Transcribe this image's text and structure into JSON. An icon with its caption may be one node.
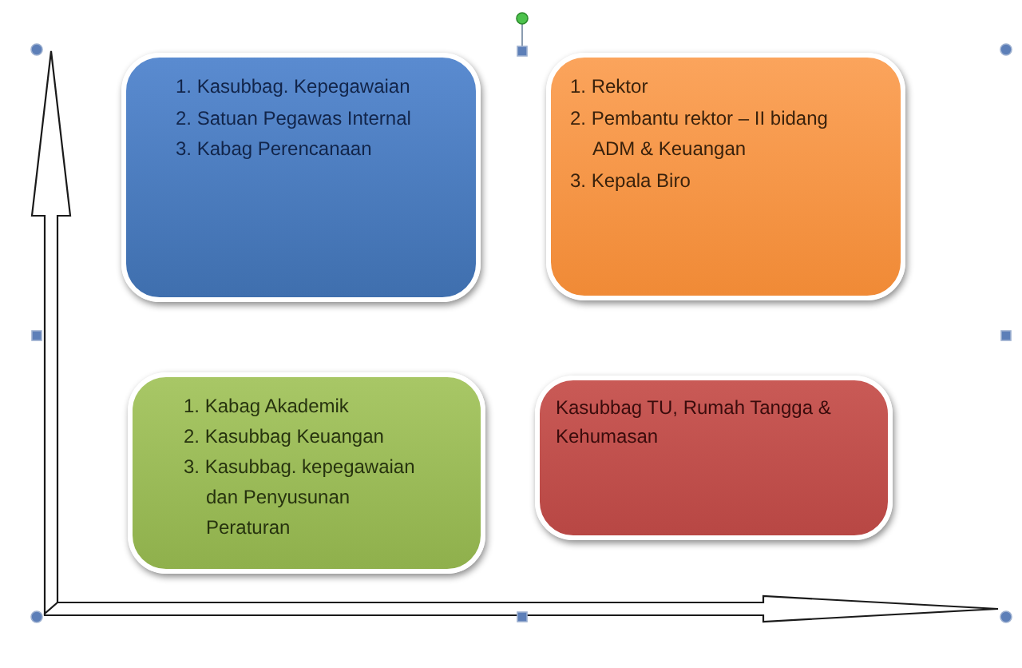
{
  "diagram": {
    "nodes": [
      {
        "text": [
          "1. Kasubbag. Kepegawaian",
          "2. Satuan Pegawas Internal",
          "3. Kabag Perencanaan"
        ]
      },
      {
        "text": [
          "1. Rektor",
          "2. Pembantu rektor – II bidang ADM & Keuangan",
          "3. Kepala Biro"
        ]
      },
      {
        "text": [
          "1. Kabag Akademik",
          "2. Kasubbag Keuangan",
          "3. Kasubbag. kepegawaian dan Penyusunan Peraturan"
        ]
      },
      {
        "text": [
          "Kasubbag TU, Rumah Tangga & Kehumasan"
        ]
      }
    ]
  }
}
